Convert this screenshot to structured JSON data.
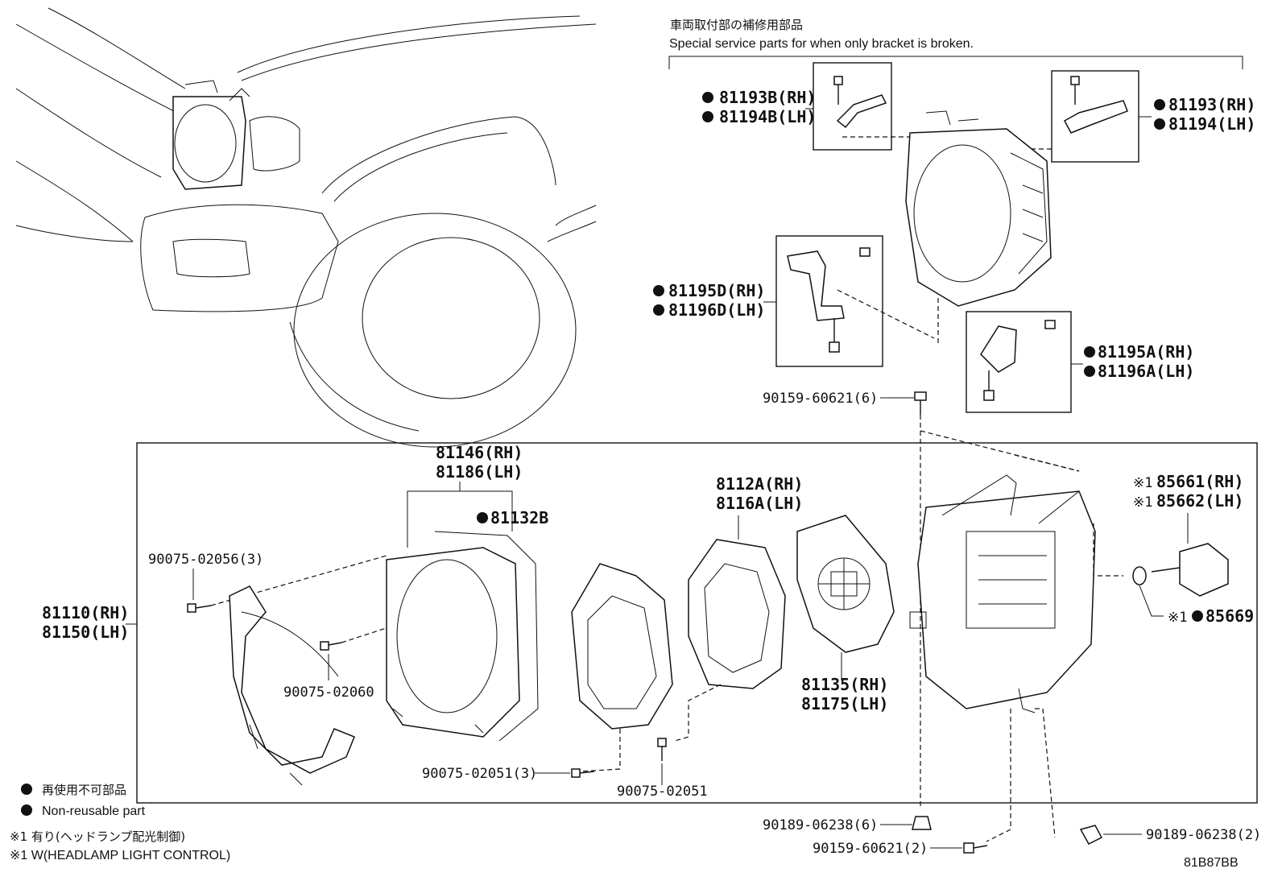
{
  "header": {
    "jp": "車両取付部の補修用部品",
    "en": "Special service parts for when only bracket is broken."
  },
  "legend": {
    "nonreusable_jp": "再使用不可部品",
    "nonreusable_en": "Non-reusable part",
    "note1_jp": "※1 有り(ヘッドランプ配光制御)",
    "note1_en": "※1 W(HEADLAMP LIGHT CONTROL)"
  },
  "code": "81B87BB",
  "parts": {
    "p81193b": "81193B(RH)",
    "p81194b": "81194B(LH)",
    "p81193": "81193(RH)",
    "p81194": "81194(LH)",
    "p81195d": "81195D(RH)",
    "p81196d": "81196D(LH)",
    "p81195a": "81195A(RH)",
    "p81196a": "81196A(LH)",
    "p90159a": "90159-60621(6)",
    "p81146": "81146(RH)",
    "p81186": "81186(LH)",
    "p81132b": "81132B",
    "p8112a": "8112A(RH)",
    "p8116a": "8116A(LH)",
    "p85661": "85661(RH)",
    "p85662": "85662(LH)",
    "p85669": "85669",
    "p90075_3": "90075-02056(3)",
    "p81110": "81110(RH)",
    "p81150": "81150(LH)",
    "p90075_60": "90075-02060",
    "p81135": "81135(RH)",
    "p81175": "81175(LH)",
    "p90075_51_3": "90075-02051(3)",
    "p90075_51": "90075-02051",
    "p90189_6": "90189-06238(6)",
    "p90159_2": "90159-60621(2)",
    "p90189_2": "90189-06238(2)",
    "mark1": "※1"
  }
}
